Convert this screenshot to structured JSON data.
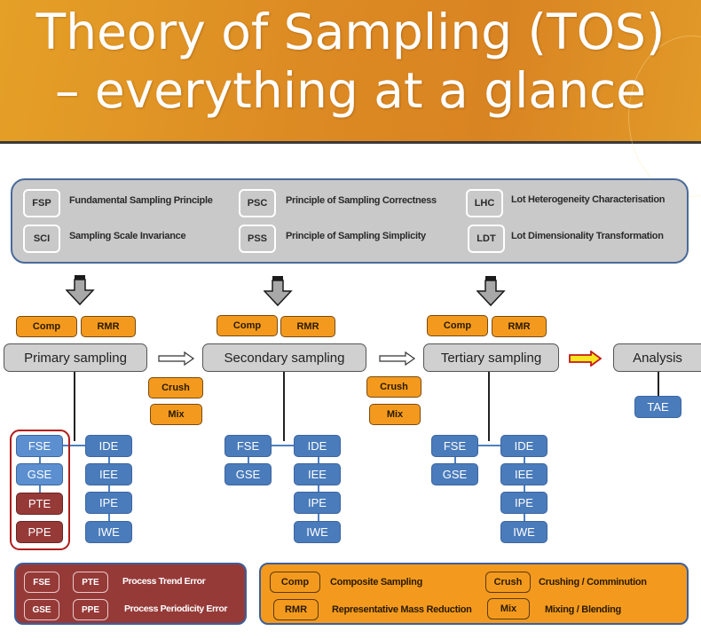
{
  "header": {
    "title_line1": "Theory of Sampling (TOS)",
    "title_line2": "– everything at a glance"
  },
  "colors": {
    "header_orange": "#dc8a23",
    "panel_gray": "#c9c9c9",
    "orange": "#f39a1e",
    "blue": "#4a7bbb",
    "blue_light": "#5b8fd0",
    "red": "#963a38",
    "red_outline": "#b01c1c"
  },
  "principles": [
    {
      "abbr": "FSP",
      "label": "Fundamental Sampling Principle"
    },
    {
      "abbr": "PSC",
      "label": "Principle of Sampling Correctness"
    },
    {
      "abbr": "LHC",
      "label": "Lot Heterogeneity Characterisation"
    },
    {
      "abbr": "SCI",
      "label": "Sampling Scale Invariance"
    },
    {
      "abbr": "PSS",
      "label": "Principle of Sampling Simplicity"
    },
    {
      "abbr": "LDT",
      "label": "Lot Dimensionality Transformation"
    }
  ],
  "stages": [
    {
      "label": "Primary sampling",
      "ops": [
        "Comp",
        "RMR"
      ],
      "errors_left": [
        "FSE",
        "GSE",
        "PTE",
        "PPE"
      ],
      "errors_right": [
        "IDE",
        "IEE",
        "IPE",
        "IWE"
      ]
    },
    {
      "label": "Secondary sampling",
      "ops": [
        "Comp",
        "RMR"
      ],
      "errors_left": [
        "FSE",
        "GSE"
      ],
      "errors_right": [
        "IDE",
        "IEE",
        "IPE",
        "IWE"
      ]
    },
    {
      "label": "Tertiary sampling",
      "ops": [
        "Comp",
        "RMR"
      ],
      "errors_left": [
        "FSE",
        "GSE"
      ],
      "errors_right": [
        "IDE",
        "IEE",
        "IPE",
        "IWE"
      ]
    },
    {
      "label": "Analysis",
      "errors": [
        "TAE"
      ]
    }
  ],
  "between_ops": [
    [
      "Crush",
      "Mix"
    ],
    [
      "Crush",
      "Mix"
    ]
  ],
  "icons": {
    "down_arrow": "down-arrow-icon",
    "right_arrow_outline": "right-arrow-outline-icon",
    "right_arrow_highlight": "right-arrow-highlight-icon"
  },
  "legend_process": [
    {
      "abbrs": [
        "FSE",
        "PTE"
      ],
      "label": "Process Trend Error"
    },
    {
      "abbrs": [
        "GSE",
        "PPE"
      ],
      "label": "Process Periodicity  Error"
    }
  ],
  "legend_operations": [
    {
      "abbr": "Comp",
      "label": "Composite Sampling"
    },
    {
      "abbr": "Crush",
      "label": "Crushing / Comminution"
    },
    {
      "abbr": "RMR",
      "label": "Representative Mass Reduction"
    },
    {
      "abbr": "Mix",
      "label": "Mixing / Blending"
    }
  ]
}
